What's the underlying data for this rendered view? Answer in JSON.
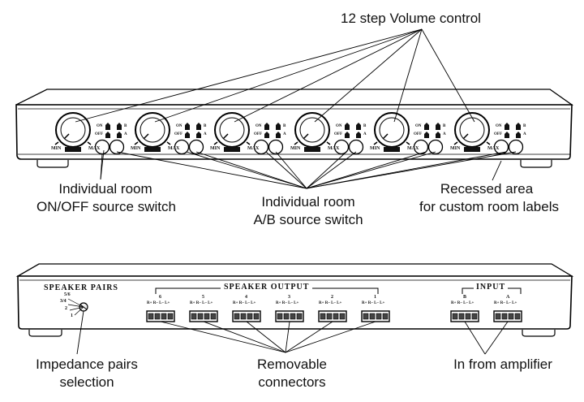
{
  "callouts": {
    "volume": "12 step Volume control",
    "onoff": [
      "Individual room",
      "ON/OFF source switch"
    ],
    "ab": [
      "Individual room",
      "A/B source switch"
    ],
    "recessed": [
      "Recessed area",
      "for custom room labels"
    ],
    "impedance": [
      "Impedance pairs",
      "selection"
    ],
    "removable": [
      "Removable",
      "connectors"
    ],
    "amplifier": "In from amplifier"
  },
  "front_panel": {
    "knob_min": "MIN",
    "knob_max": "MAX",
    "switch_labels": [
      "ON",
      "OFF",
      "B",
      "A"
    ],
    "rooms": 6
  },
  "rear_panel": {
    "speaker_pairs_title": "SPEAKER PAIRS",
    "pair_options": [
      "5/6",
      "3/4",
      "2",
      "1"
    ],
    "speaker_output_title": "SPEAKER OUTPUT",
    "output_numbers": [
      "6",
      "5",
      "4",
      "3",
      "2",
      "1"
    ],
    "input_title": "INPUT",
    "input_letters": [
      "B",
      "A"
    ],
    "terminal_label": "R+ R– L– L+"
  }
}
